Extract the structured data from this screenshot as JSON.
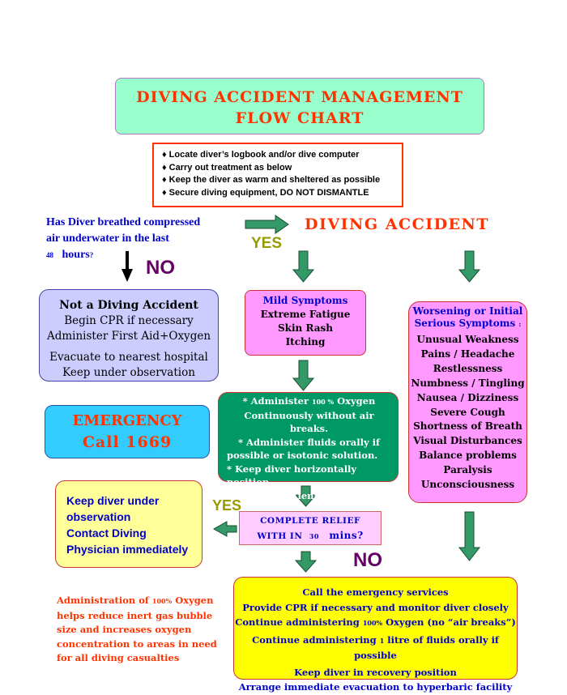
{
  "title": {
    "line1": "DIVING ACCIDENT MANAGEMENT",
    "line2": "FLOW CHART"
  },
  "checklist": [
    "Locate diver’s logbook and/or dive computer",
    "Carry out treatment as below",
    "Keep the diver as warm and sheltered as possible",
    "Secure diving equipment,    DO NOT DISMANTLE"
  ],
  "question": {
    "line1": "Has Diver breathed compressed",
    "line2": "air underwater in the last",
    "number": "48",
    "line3": "hours",
    "qmark": "?"
  },
  "accident": "DIVING ACCIDENT",
  "labels": {
    "yes": "YES",
    "no": "NO"
  },
  "not_accident": {
    "heading": "Not a Diving Accident",
    "items": [
      "Begin CPR if necessary",
      "Administer First Aid+Oxygen",
      "Evacuate to nearest hospital",
      "Keep under observation"
    ]
  },
  "mild": {
    "heading": "Mild Symptoms",
    "items": [
      "Extreme  Fatigue",
      "Skin Rash",
      "Itching"
    ]
  },
  "severe": {
    "heading1": "Worsening or Initial",
    "heading2": "Serious Symptoms",
    "colon": ":",
    "items": [
      "Unusual Weakness",
      "Pains / Headache",
      "Restlessness",
      "Numbness / Tingling",
      "Nausea / Dizziness",
      "Severe Cough",
      "Shortness of Breath",
      "Visual Disturbances",
      "Balance problems",
      "Paralysis",
      "Unconsciousness"
    ]
  },
  "emergency": {
    "line1": "EMERGENCY",
    "line2": "Call   1669"
  },
  "admin": {
    "l1a": "* Administer ",
    "l1num": "100 %",
    "l1b": " Oxygen",
    "l2": "Continuously  without air breaks.",
    "l3": "* Administer  fluids  orally  if",
    "l4": "possible  or isotonic solution.",
    "l5": "* Keep diver horizontally position.",
    "l6": "* Monitor patient continuously."
  },
  "keep": {
    "lines": [
      "Keep diver under",
      "observation",
      "Contact Diving",
      "Physician immediately"
    ]
  },
  "relief": {
    "line1": "COMPLETE    RELIEF",
    "pre": "WITH IN ",
    "num": "30",
    "post": "mins?"
  },
  "note": {
    "a": "Administration of ",
    "num": "100%",
    "b": " Oxygen",
    "lines": [
      "helps reduce inert gas bubble",
      "size and increases oxygen",
      "concentration to areas in need",
      "for  all diving casualties"
    ]
  },
  "final": {
    "l1": "Call the emergency services",
    "l2": "Provide CPR if necessary and monitor diver closely",
    "l3a": "Continue administering ",
    "l3num": "100%",
    "l3b": " Oxygen (no “air breaks”)",
    "l4a": "Continue administering ",
    "l4num": "1",
    "l4b": " litre of fluids orally if possible",
    "l5": "Keep diver in recovery position",
    "l6": "Arrange immediate evacuation to hyperbaric facility"
  },
  "colors": {
    "arrow_green": "#339966",
    "title_red": "#ff3300",
    "text_blue": "#0000cc"
  }
}
